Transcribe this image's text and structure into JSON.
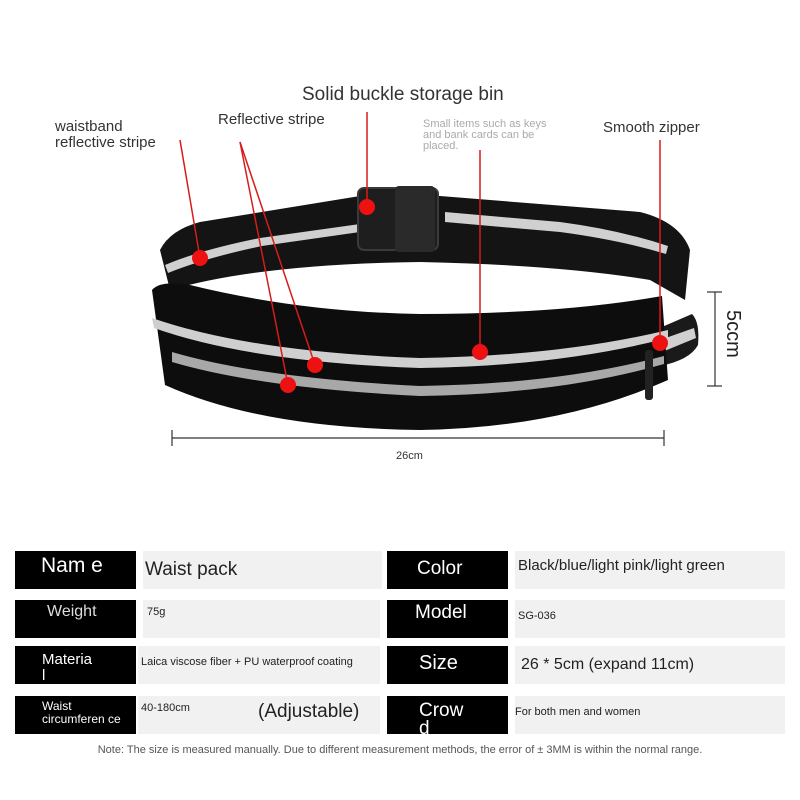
{
  "callouts": {
    "buckle": "Solid buckle storage bin",
    "waistband_line1": "waistband",
    "waistband_line2": "reflective stripe",
    "reflective": "Reflective stripe",
    "small_items_line1": "Small items such as keys",
    "small_items_line2": "and bank cards can be",
    "small_items_line3": "placed.",
    "zipper": "Smooth zipper"
  },
  "dimensions": {
    "width": "26cm",
    "height": "5ccm"
  },
  "specs": [
    {
      "label": "Nam e",
      "value": "Waist pack"
    },
    {
      "label": "Color",
      "value": "Black/blue/light pink/light green"
    },
    {
      "label": "Weight",
      "value": "75g"
    },
    {
      "label": "Model",
      "value": "SG-036"
    },
    {
      "label": "Materia l",
      "value": "Laica viscose fiber + PU waterproof coating"
    },
    {
      "label": "Size",
      "value": "26 * 5cm (expand 11cm)"
    },
    {
      "label": "Waist circumferen ce",
      "value": "40-180cm",
      "extra": "(Adjustable)"
    },
    {
      "label": "Crow d",
      "value": "For both men and women"
    }
  ],
  "note": "Note: The size is measured manually. Due to different measurement methods, the error of ± 3MM is within the normal range.",
  "colors": {
    "belt": "#0d0d0d",
    "stripe": "#c9c9c9",
    "marker": "#ee1111",
    "label_bg": "#000000",
    "value_bg": "#f1f1f1"
  }
}
